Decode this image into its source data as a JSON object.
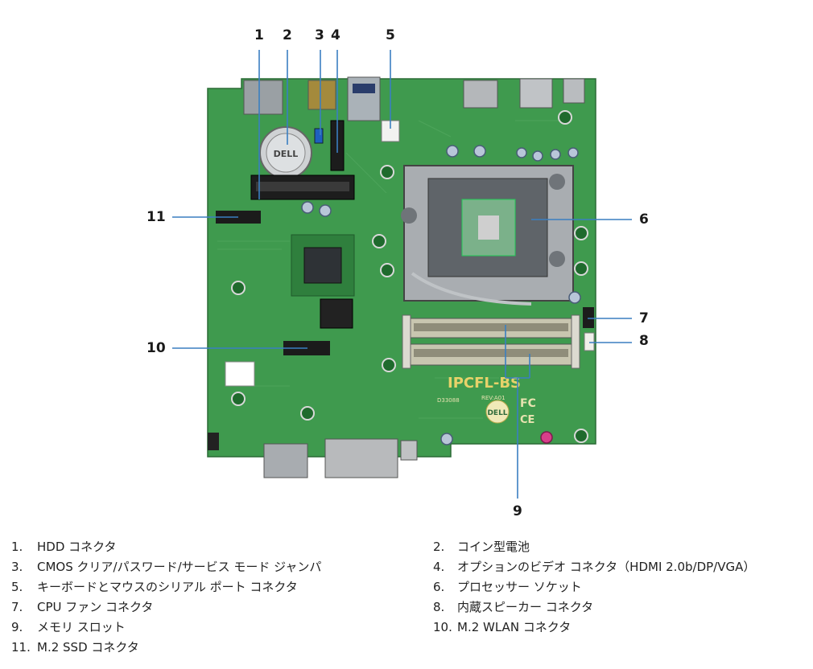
{
  "callouts": [
    "1",
    "2",
    "3",
    "4",
    "5",
    "6",
    "7",
    "8",
    "9",
    "10",
    "11"
  ],
  "legend": [
    {
      "num": "1.",
      "text": "HDD コネクタ"
    },
    {
      "num": "2.",
      "text": "コイン型電池"
    },
    {
      "num": "3.",
      "text": "CMOS クリア/パスワード/サービス モード ジャンパ"
    },
    {
      "num": "4.",
      "text": "オプションのビデオ コネクタ（HDMI 2.0b/DP/VGA）"
    },
    {
      "num": "5.",
      "text": "キーボードとマウスのシリアル ポート コネクタ"
    },
    {
      "num": "6.",
      "text": "プロセッサー ソケット"
    },
    {
      "num": "7.",
      "text": "CPU ファン コネクタ"
    },
    {
      "num": "8.",
      "text": "内蔵スピーカー コネクタ"
    },
    {
      "num": "9.",
      "text": "メモリ スロット"
    },
    {
      "num": "10.",
      "text": "M.2 WLAN コネクタ"
    },
    {
      "num": "11.",
      "text": "M.2 SSD コネクタ"
    }
  ],
  "board_text": {
    "model": "IPCFL-BS",
    "brand": "DELL",
    "cert_fc": "FC",
    "cert_ce": "CE",
    "rev": "REV:A01",
    "chassis": "D33088"
  },
  "colors": {
    "pcb": "#3f9a4e",
    "pcb_dark": "#2f7f3d",
    "socket": "#b9bcbf",
    "leader": "#3a7fc1",
    "dimm": "#c8c6b0"
  }
}
